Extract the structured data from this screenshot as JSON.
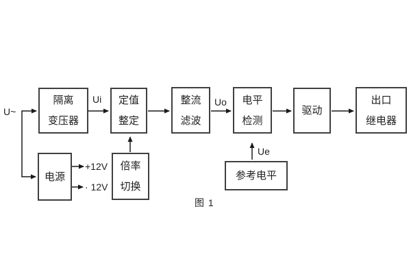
{
  "figure": {
    "caption": "图 1",
    "signals": {
      "input": "U~",
      "ui": "Ui",
      "uo": "Uo",
      "ue": "Ue",
      "plus12v": "+12V",
      "minus12v": "· 12V"
    },
    "blocks": {
      "isolation_transformer": {
        "line1": "隔离",
        "line2": "变压器"
      },
      "setpoint_adjust": {
        "line1": "定值",
        "line2": "整定"
      },
      "rectifier_filter": {
        "line1": "整流",
        "line2": "滤波"
      },
      "level_detect": {
        "line1": "电平",
        "line2": "检测"
      },
      "drive": {
        "line1": "驱动"
      },
      "output_relay": {
        "line1": "出口",
        "line2": "继电器"
      },
      "power_supply": {
        "line1": "电源"
      },
      "ratio_switch": {
        "line1": "倍率",
        "line2": "切换"
      },
      "reference_level": {
        "line1": "参考电平"
      }
    },
    "colors": {
      "background": "#ffffff",
      "box_border": "#3f3f3f",
      "connector": "#1a1a1a",
      "text": "#1f1f1f"
    }
  }
}
